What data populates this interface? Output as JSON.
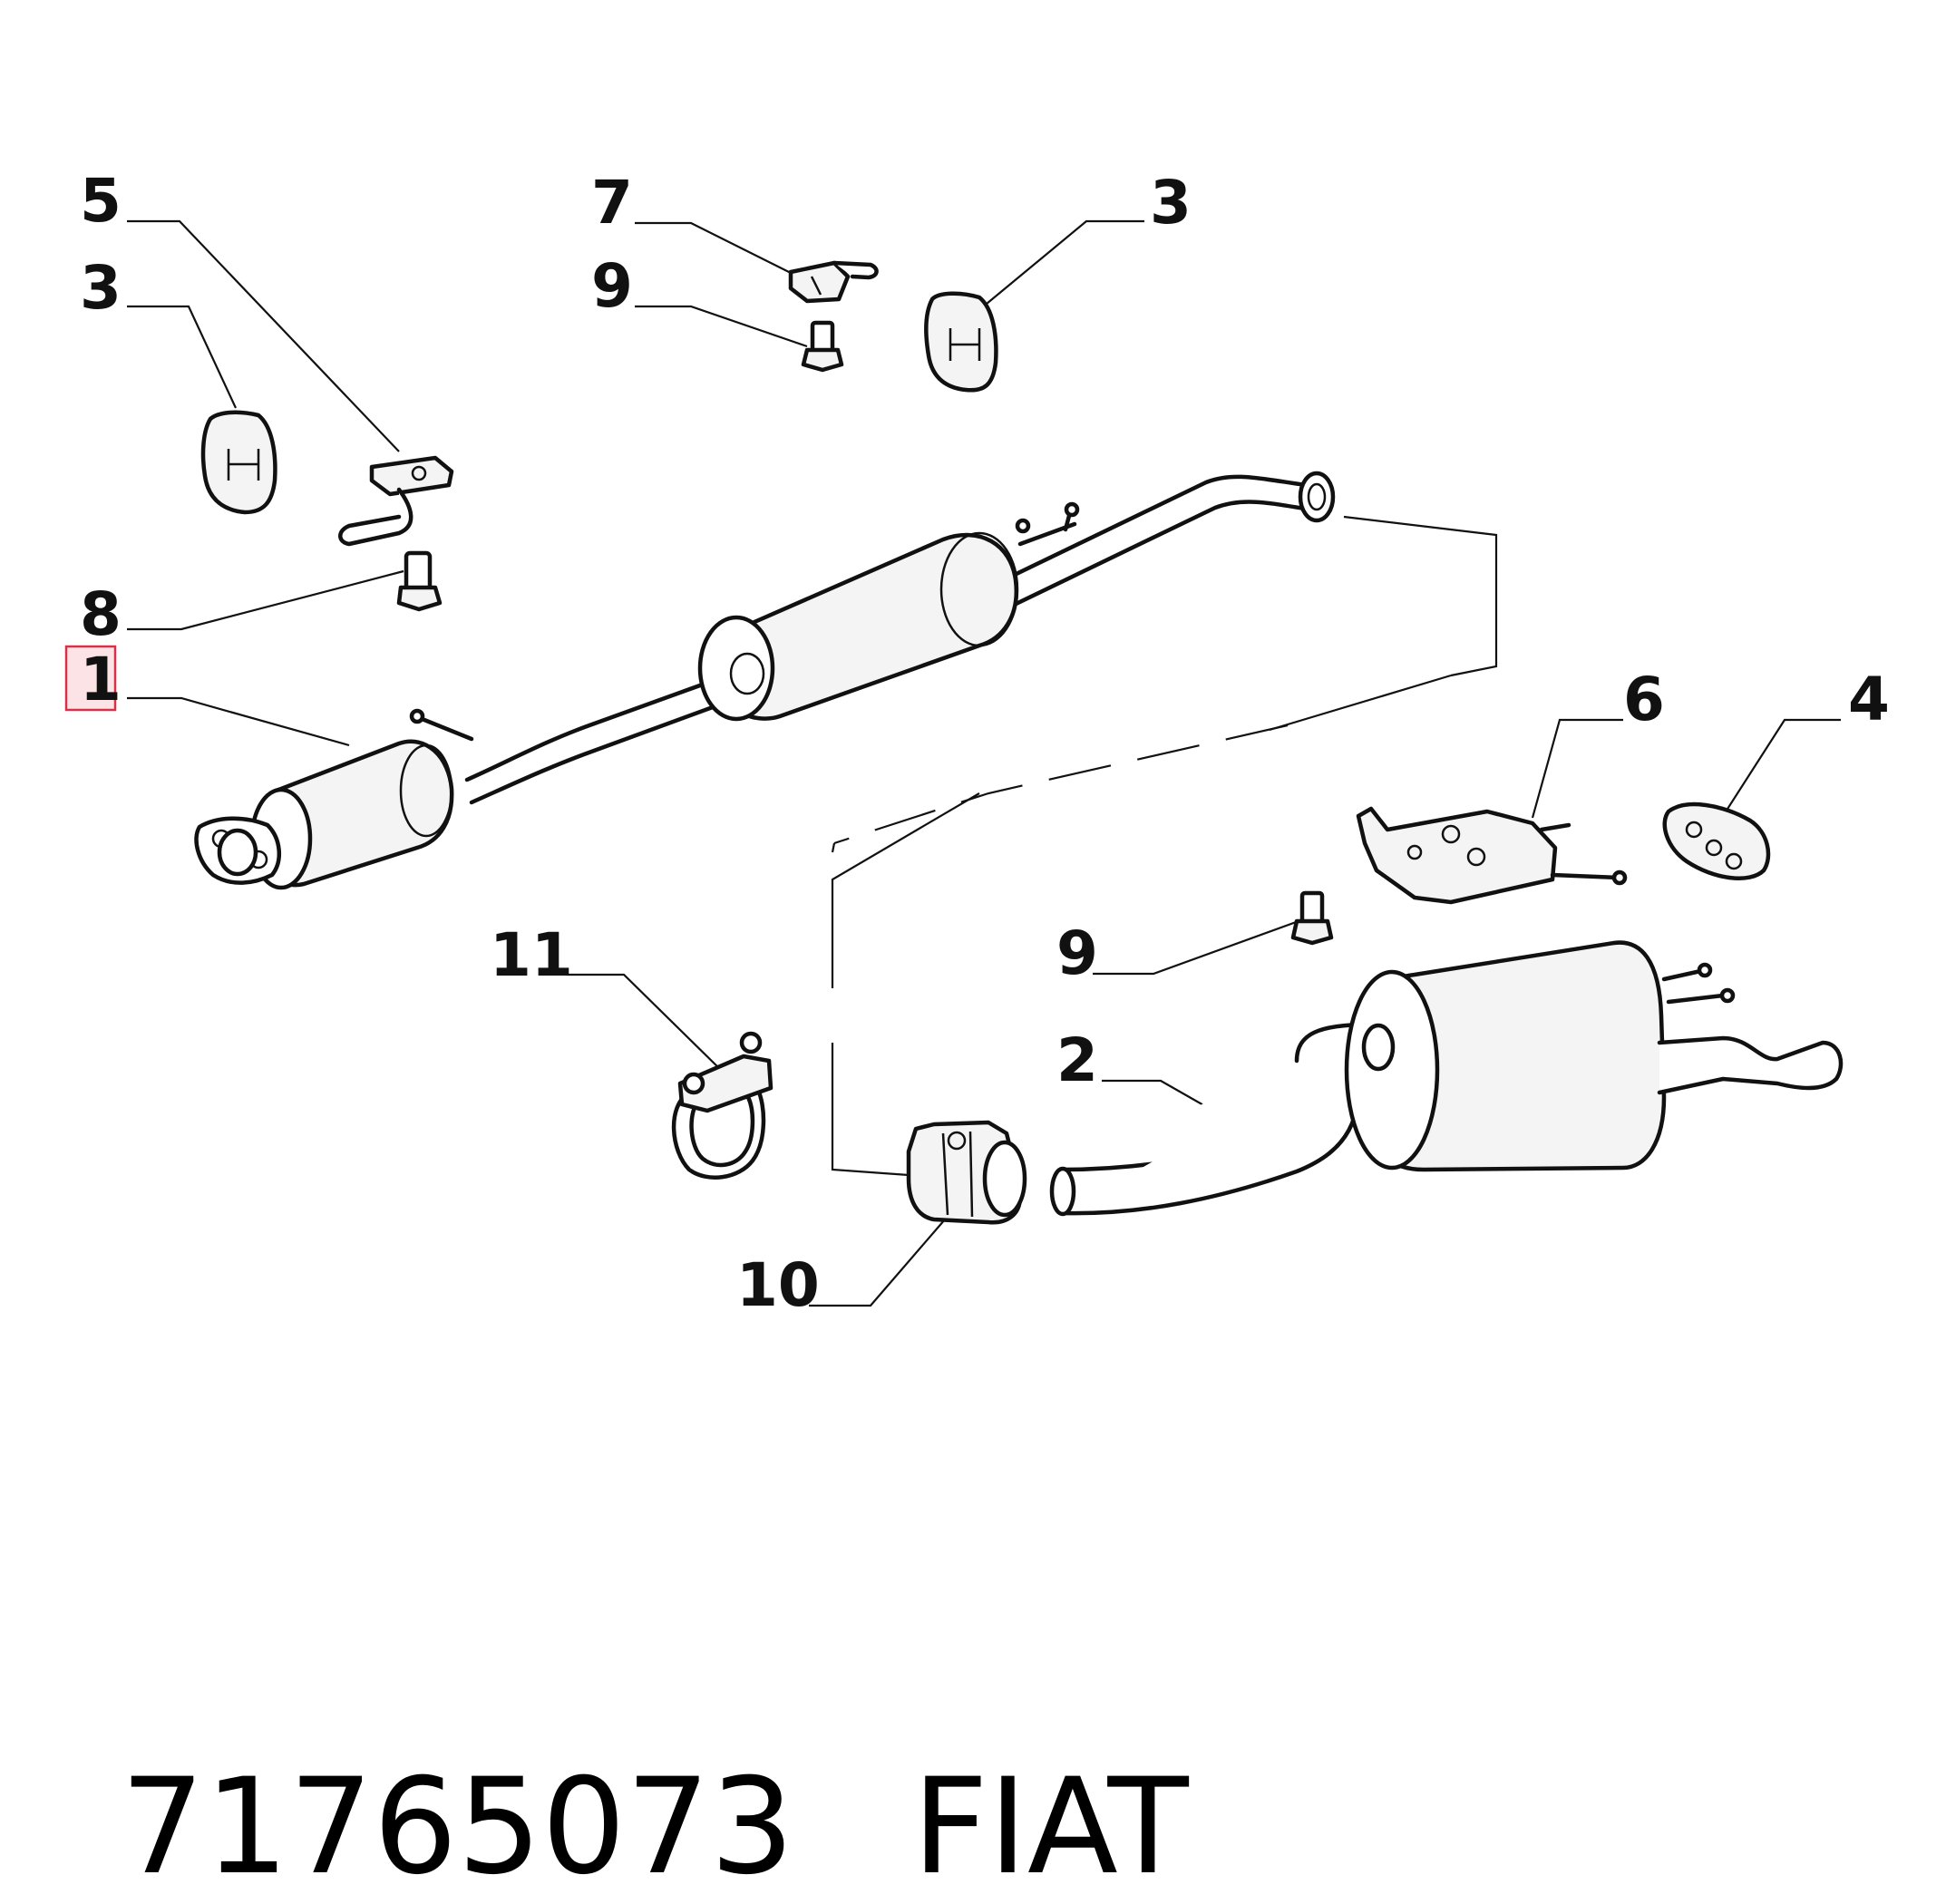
{
  "callouts": {
    "c5": "5",
    "c3a": "3",
    "c8": "8",
    "c1": "1",
    "c7": "7",
    "c9a": "9",
    "c3b": "3",
    "c6": "6",
    "c4": "4",
    "c9b": "9",
    "c2": "2",
    "c11": "11",
    "c10": "10"
  },
  "highlight_color": "#d9304a",
  "footer": {
    "part_number": "71765073",
    "brand": "FIAT"
  }
}
